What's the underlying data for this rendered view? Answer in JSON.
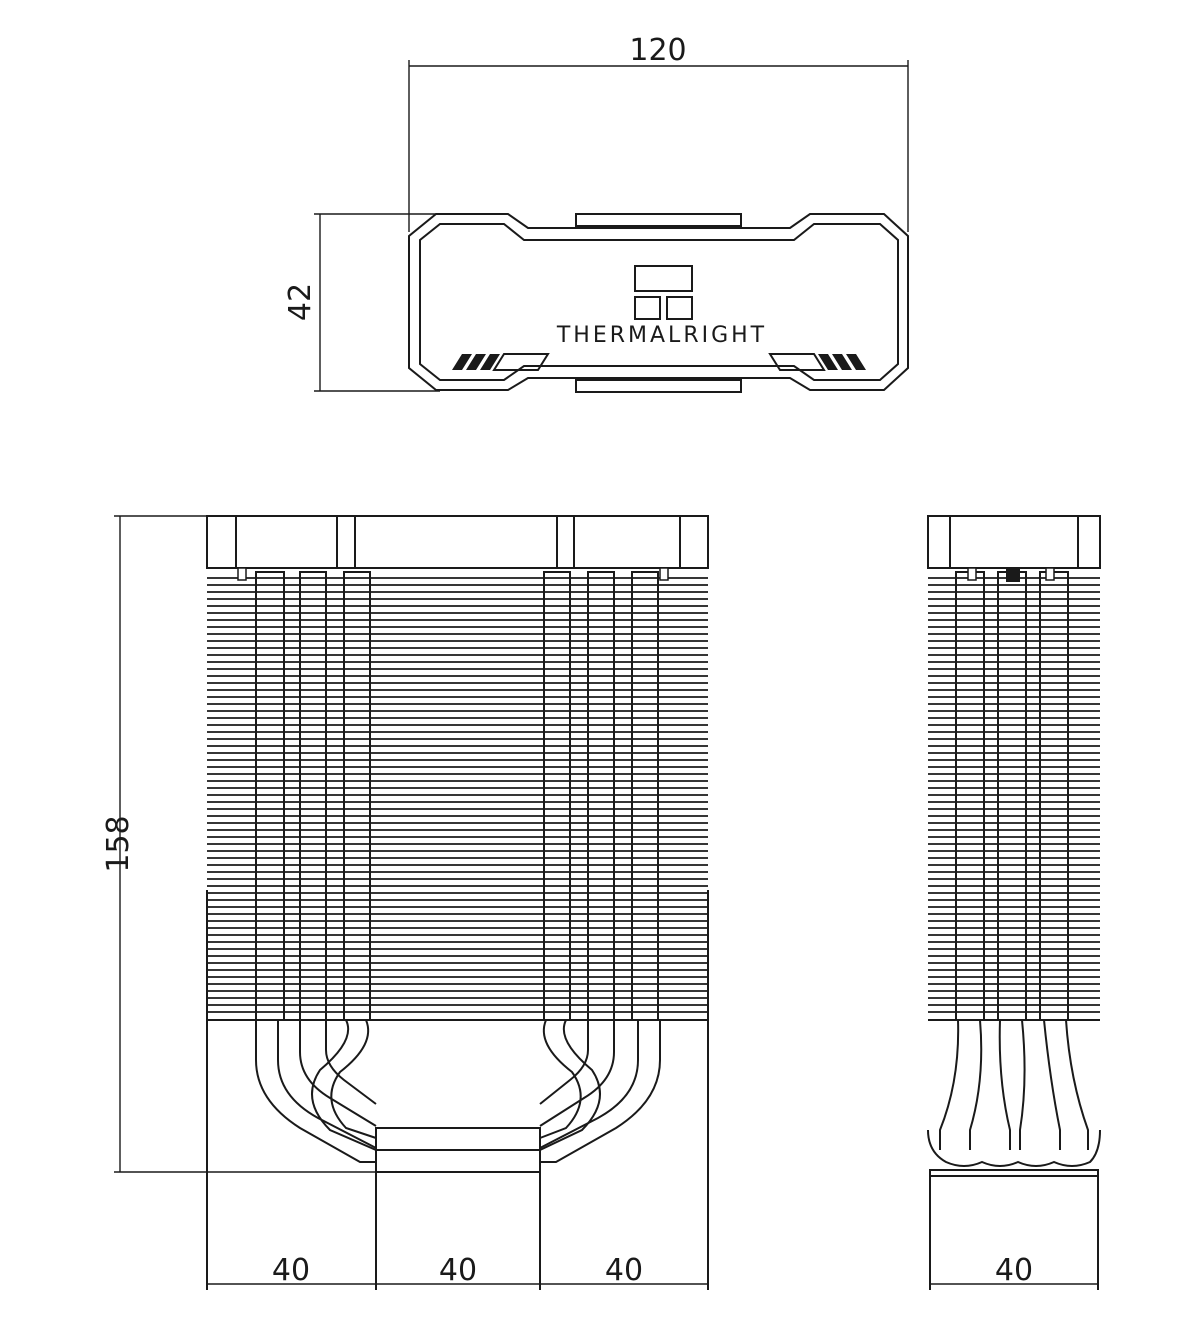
{
  "dimensions": {
    "top_width": "120",
    "top_depth": "42",
    "height": "158",
    "front_left": "40",
    "front_middle": "40",
    "front_right": "40",
    "side_width": "40"
  },
  "brand": {
    "name": "THERMALRIGHT",
    "logo_icon": "thermalright-logo-icon"
  },
  "colors": {
    "line": "#1a1a1a",
    "background": "#ffffff"
  }
}
